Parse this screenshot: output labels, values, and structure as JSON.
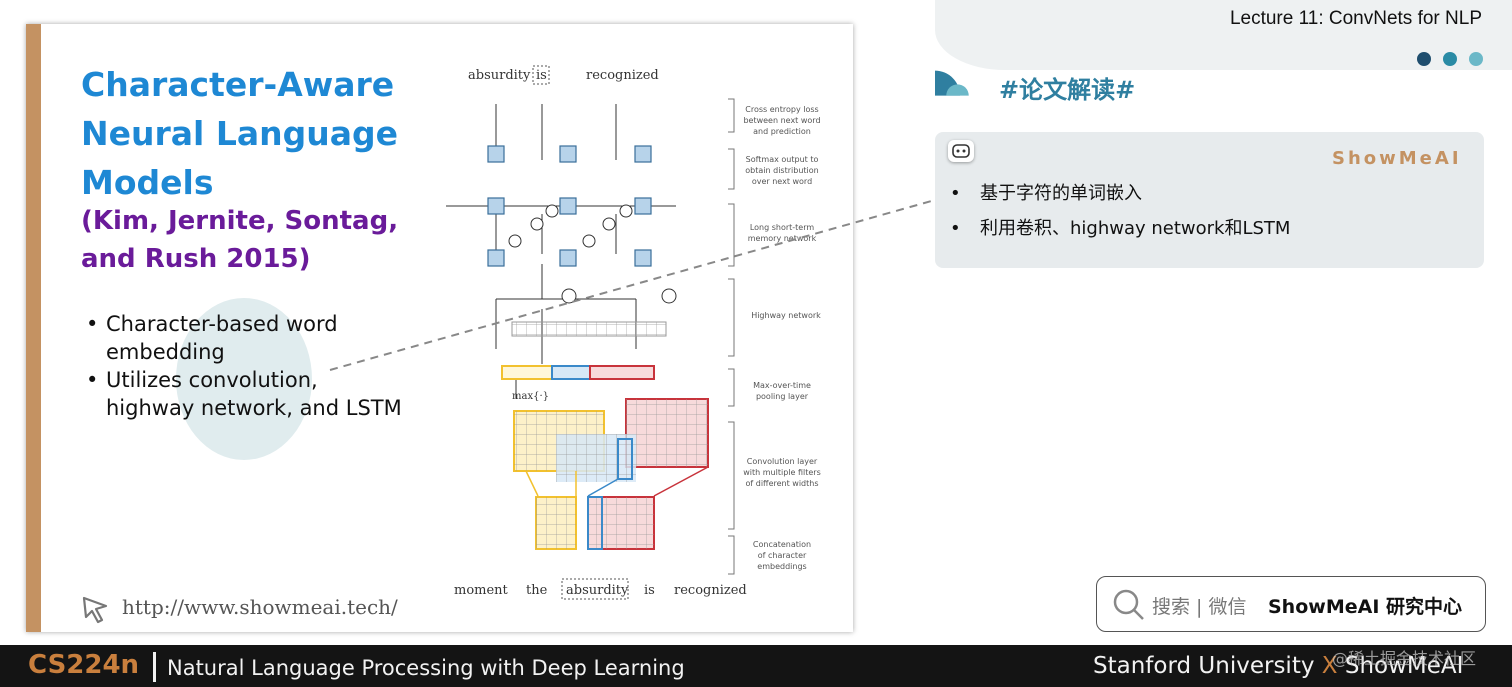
{
  "header": {
    "lecture_title": "Lecture 11: ConvNets for NLP",
    "dot_colors": [
      "#1f4e6e",
      "#2a8ba5",
      "#6bb8c8"
    ]
  },
  "slide": {
    "title": "Character-Aware Neural Language Models",
    "authors": "(Kim, Jernite, Sontag, and Rush 2015)",
    "bullets": [
      "Character-based word embedding",
      "Utilizes convolution, highway network, and LSTM"
    ],
    "url": "http://www.showmeai.tech/",
    "accent_bar_color": "#c49262",
    "title_color": "#1e88d4",
    "authors_color": "#6a1b9a"
  },
  "diagram": {
    "top_words": [
      "absurdity",
      "is",
      "recognized"
    ],
    "bottom_words": [
      "moment",
      "the",
      "absurdity",
      "is",
      "recognized"
    ],
    "pool_label": "max{·}",
    "right_labels": [
      "Cross entropy loss between next word and prediction",
      "Softmax output to obtain distribution over next word",
      "Long short-term memory network",
      "Highway network",
      "Max-over-time pooling layer",
      "Convolution layer with multiple filters of different widths",
      "Concatenation of character embeddings"
    ],
    "filter_colors": [
      "#f2c12e",
      "#3a89c9",
      "#c8333b"
    ]
  },
  "panel": {
    "section_title": "#论文解读#",
    "brand": "ShowMeAI",
    "bullets": [
      "基于字符的单词嵌入",
      "利用卷积、highway network和LSTM"
    ],
    "search_label": "搜索 | 微信",
    "search_brand": "ShowMeAI 研究中心"
  },
  "footer": {
    "course_code": "CS224n",
    "course_name": "Natural Language Processing with Deep Learning",
    "university": "Stanford University",
    "x_mark": "X",
    "brand": "ShowMeAI",
    "watermark": "@稀土掘金技术社区"
  }
}
